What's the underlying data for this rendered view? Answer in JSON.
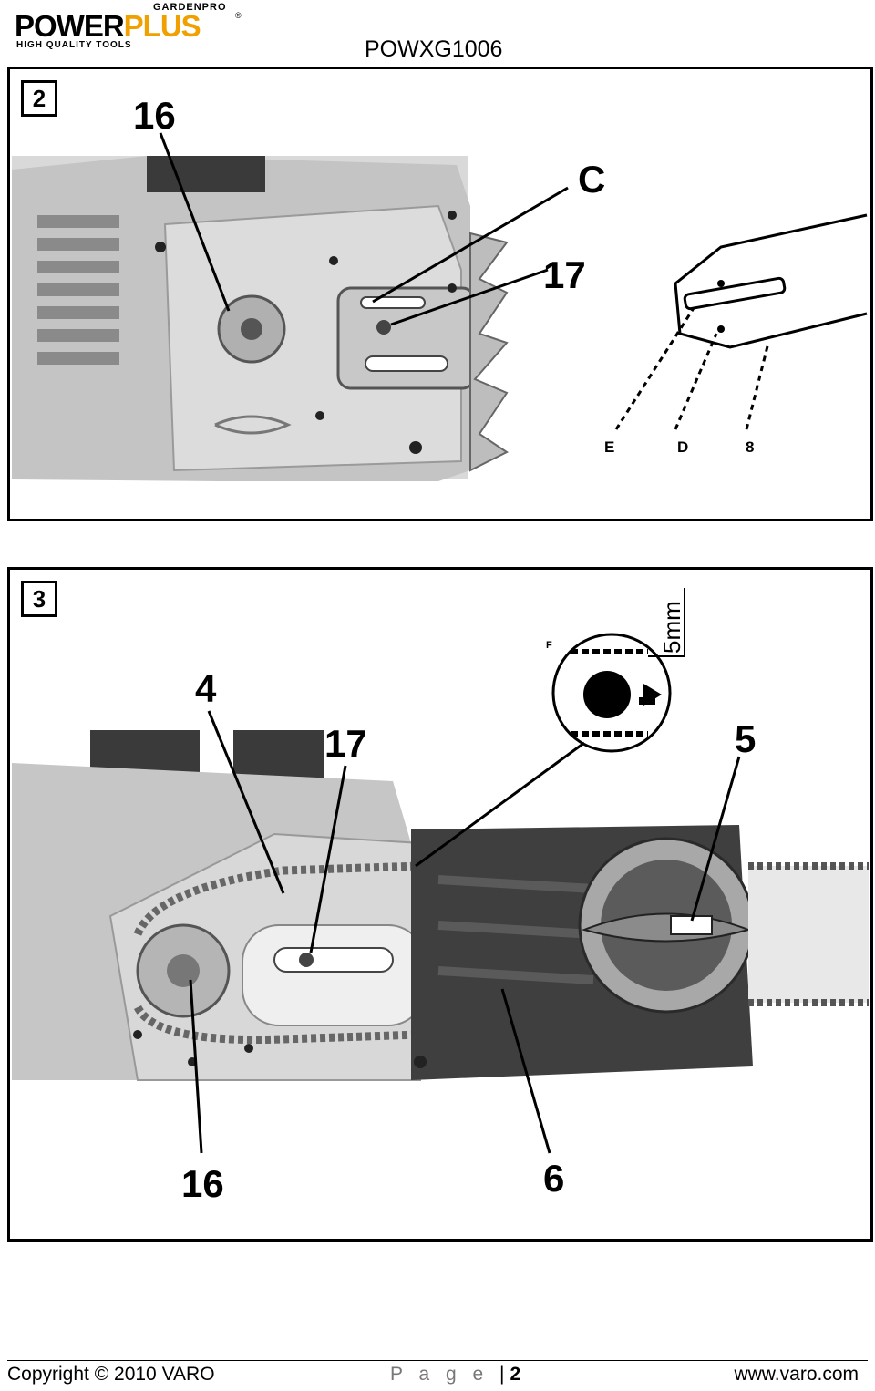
{
  "header": {
    "logo_sub": "GARDENPRO",
    "logo_power": "POWER",
    "logo_plus": "PLUS",
    "logo_reg": "®",
    "logo_tag": "HIGH QUALITY TOOLS",
    "model": "POWXG1006"
  },
  "figures": [
    {
      "number": "2",
      "callouts": {
        "c16": "16",
        "cC": "C",
        "c17": "17",
        "cE": "E",
        "cD": "D",
        "c8": "8"
      }
    },
    {
      "number": "3",
      "callouts": {
        "c4": "4",
        "c17": "17",
        "c5": "5",
        "c16": "16",
        "c6": "6",
        "inset_measure": "5mm",
        "inset_f": "F"
      }
    }
  ],
  "footer": {
    "copyright": "Copyright © 2010 VARO",
    "page_word": "P a g e",
    "page_separator": "|",
    "page_number": "2",
    "website": "www.varo.com"
  },
  "colors": {
    "logo_accent": "#f0a000",
    "tool_body": "#bdbdbd",
    "tool_dark": "#3a3a3a",
    "chain": "#666666"
  }
}
